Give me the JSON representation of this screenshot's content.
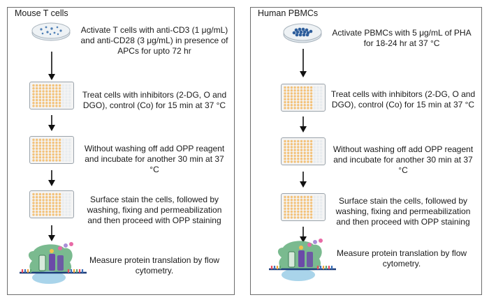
{
  "left": {
    "title": "Mouse T cells",
    "steps": [
      "Activate T cells with anti-CD3 (1 μg/mL) and anti-CD28 (3 μg/mL) in  presence of APCs for upto 72 hr",
      "Treat cells with inhibitors (2-DG, O and DGO), control (Co) for 15 min at 37 °C",
      "Without washing off add OPP reagent and incubate for another 30 min at 37 °C",
      "Surface stain the cells, followed by washing, fixing and permeabilization and then proceed with OPP staining",
      "Measure protein translation by flow cytometry."
    ]
  },
  "right": {
    "title": "Human PBMCs",
    "steps": [
      "Activate PBMCs with 5 μg/mL of PHA for 18-24 hr at 37 °C",
      "Treat cells with inhibitors (2-DG, O and DGO), control (Co) for 15 min at 37 °C",
      "Without washing off add OPP reagent and incubate for another 30 min at 37 °C",
      "Surface stain the cells, followed by washing, fixing and permeabilization and then proceed with OPP staining",
      "Measure protein translation by flow cytometry."
    ]
  },
  "colors": {
    "well": "#f3c27a",
    "well_empty": "#e8ecef",
    "dish_mouse": "#4f7fb5",
    "dish_human": "#2f5f9c",
    "ribosome": "#5fa873",
    "rna": "#3b6fb6"
  }
}
